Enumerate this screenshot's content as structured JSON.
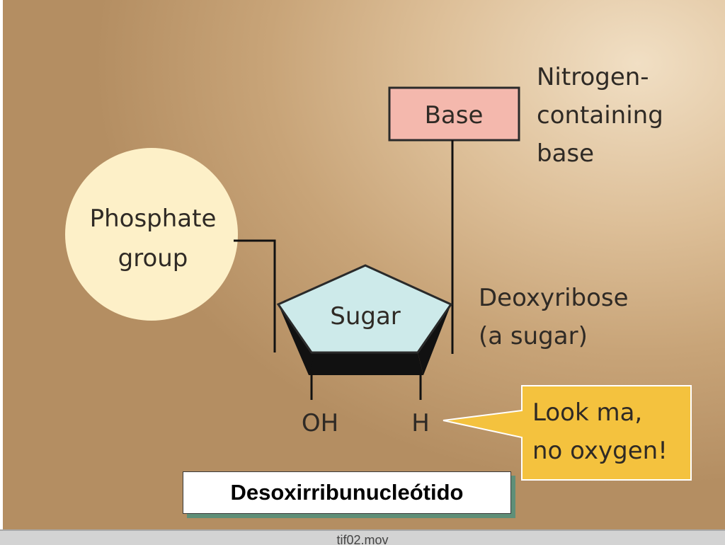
{
  "diagram": {
    "base_box": "Base",
    "base_description": [
      "Nitrogen-",
      "containing",
      "base"
    ],
    "phosphate": [
      "Phosphate",
      "group"
    ],
    "sugar": "Sugar",
    "sugar_description": [
      "Deoxyribose",
      "(a sugar)"
    ],
    "oh_label": "OH",
    "h_label": "H",
    "callout": [
      "Look ma,",
      "no oxygen!"
    ]
  },
  "caption": "Desoxirribunucleótido",
  "footer": "tif02.mov",
  "colors": {
    "base_fill": "#f4b8ad",
    "phosphate_fill": "#fdf0c8",
    "sugar_fill": "#cdeaea",
    "callout_fill": "#f4c23e",
    "caption_shadow": "#5f8f78"
  }
}
